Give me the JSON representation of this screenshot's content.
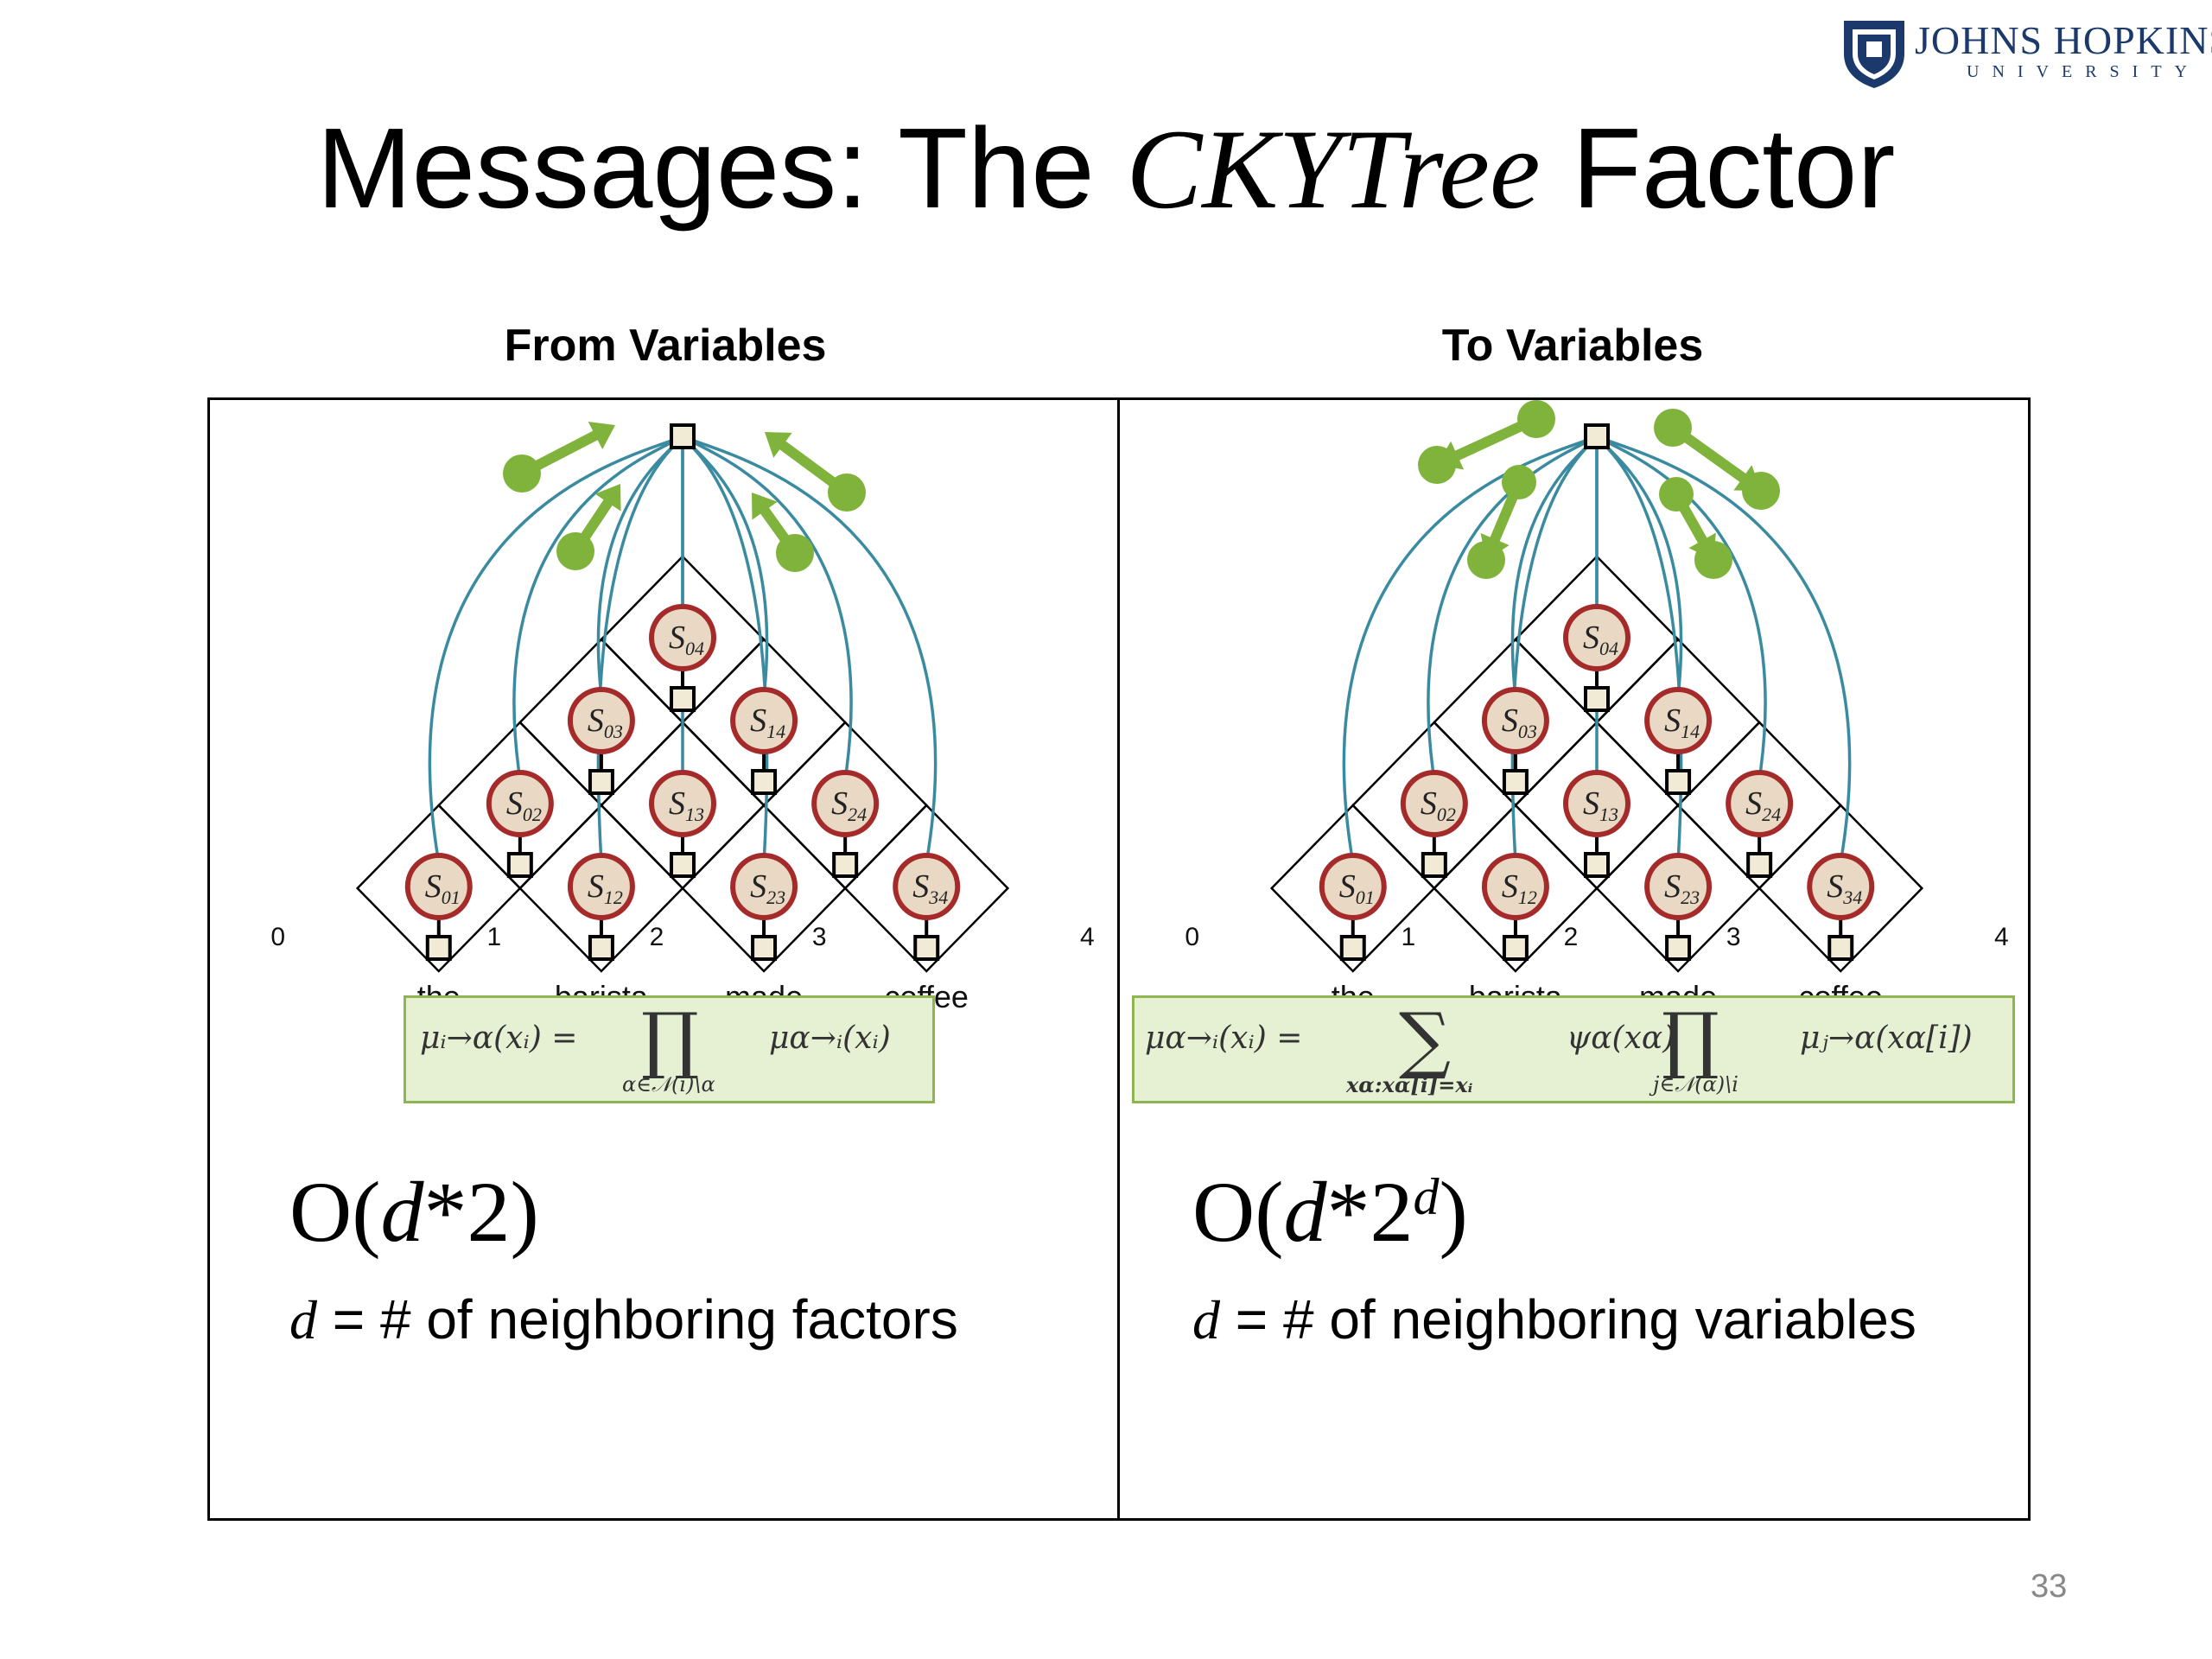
{
  "slide": {
    "title_prefix": "Messages: The ",
    "title_emph": "CKYTree",
    "title_suffix": " Factor",
    "page_number": "33"
  },
  "logo": {
    "name": "JOHNS HOPKINS",
    "sub": "UNIVERSITY"
  },
  "left_panel": {
    "heading": "From Variables",
    "formula": {
      "lhs": "μᵢ→α(xᵢ) =",
      "op": "∏",
      "op_sub": "α∈𝒩(i)\\α",
      "term": "μα→ᵢ(xᵢ)"
    },
    "complexity_prefix": "O(",
    "complexity_d": "d",
    "complexity_mid": "*2",
    "complexity_sup": "",
    "complexity_suffix": ")",
    "def_d": "d",
    "def_text": " = # of neighboring factors"
  },
  "right_panel": {
    "heading": "To Variables",
    "formula": {
      "lhs": "μα→ᵢ(xᵢ) =",
      "op1": "∑",
      "op1_sub": "xα:xα[i]=xᵢ",
      "psi": "ψα(xα)",
      "op2": "∏",
      "op2_sub": "j∈𝒩(α)\\i",
      "term": "μⱼ→α(xα[i])"
    },
    "complexity_prefix": "O(",
    "complexity_d": "d",
    "complexity_mid": "*2",
    "complexity_sup": "d",
    "complexity_suffix": ")",
    "def_d": "d",
    "def_text": " = # of neighboring variables"
  },
  "diagram": {
    "words": [
      "the",
      "barista",
      "made",
      "coffee"
    ],
    "boundaries": [
      "0",
      "1",
      "2",
      "3",
      "4"
    ],
    "variables": [
      {
        "name": "S",
        "sub": "01"
      },
      {
        "name": "S",
        "sub": "12"
      },
      {
        "name": "S",
        "sub": "23"
      },
      {
        "name": "S",
        "sub": "34"
      },
      {
        "name": "S",
        "sub": "02"
      },
      {
        "name": "S",
        "sub": "13"
      },
      {
        "name": "S",
        "sub": "24"
      },
      {
        "name": "S",
        "sub": "03"
      },
      {
        "name": "S",
        "sub": "14"
      },
      {
        "name": "S",
        "sub": "04"
      }
    ],
    "colors": {
      "edge": "#3a8aa0",
      "arrow": "#7fb33c",
      "node_fill": "#e9d8c4",
      "node_stroke": "#a52a2a",
      "factor_fill": "#f1ead4"
    }
  }
}
